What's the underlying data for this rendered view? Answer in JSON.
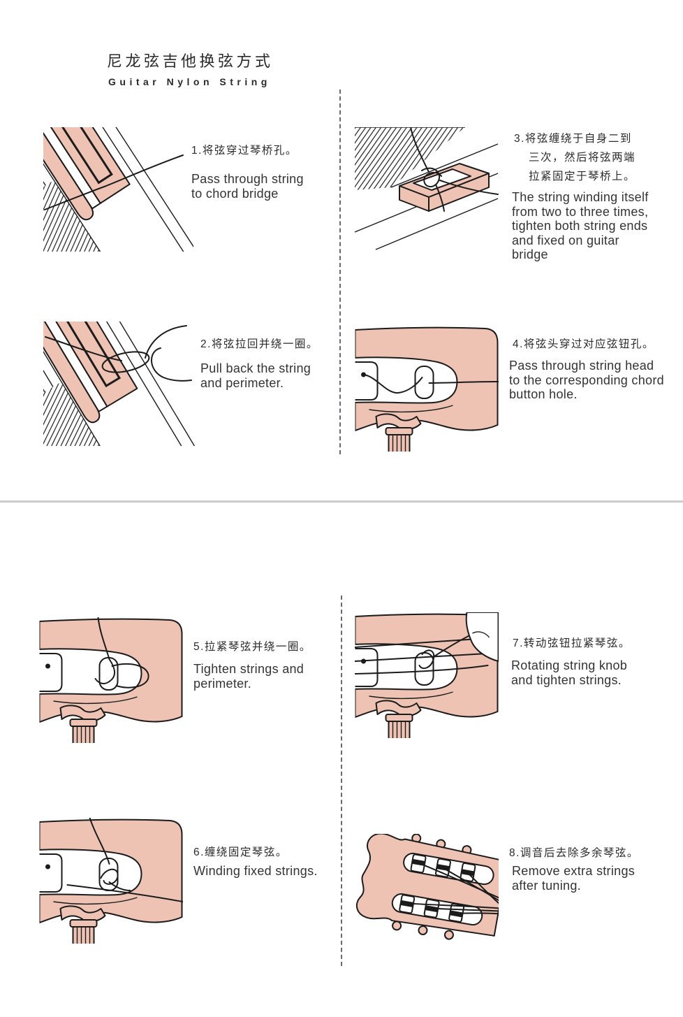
{
  "title": {
    "zh": "尼龙弦吉他换弦方式",
    "en": "Guitar Nylon String"
  },
  "steps": [
    {
      "zh": [
        "1.将弦穿过琴桥孔。"
      ],
      "en": [
        "Pass through string",
        "to chord bridge"
      ]
    },
    {
      "zh": [
        "2.将弦拉回并绕一圈。"
      ],
      "en": [
        "Pull back the string",
        "and perimeter."
      ]
    },
    {
      "zh": [
        "3.将弦缠绕于自身二到",
        "三次，然后将弦两端",
        "拉紧固定于琴桥上。"
      ],
      "en": [
        "The string winding itself",
        "from two to three times,",
        "tighten both string ends",
        "and fixed on guitar",
        "bridge"
      ]
    },
    {
      "zh": [
        "4.将弦头穿过对应弦钮孔。"
      ],
      "en": [
        "Pass through string head",
        "to the corresponding chord",
        "button hole."
      ]
    },
    {
      "zh": [
        "5.拉紧琴弦并绕一圈。"
      ],
      "en": [
        "Tighten strings and",
        "perimeter."
      ]
    },
    {
      "zh": [
        "6.缠绕固定琴弦。"
      ],
      "en": [
        "Winding fixed strings."
      ]
    },
    {
      "zh": [
        "7.转动弦钮拉紧琴弦。"
      ],
      "en": [
        "Rotating string knob",
        "and tighten strings."
      ]
    },
    {
      "zh": [
        "8.调音后去除多余琴弦。"
      ],
      "en": [
        "Remove extra strings",
        "after tuning."
      ]
    }
  ],
  "colors": {
    "wood": "#efc3b3",
    "ink": "#1b1b1b",
    "text": "#333333",
    "divider": "#cccccc"
  }
}
